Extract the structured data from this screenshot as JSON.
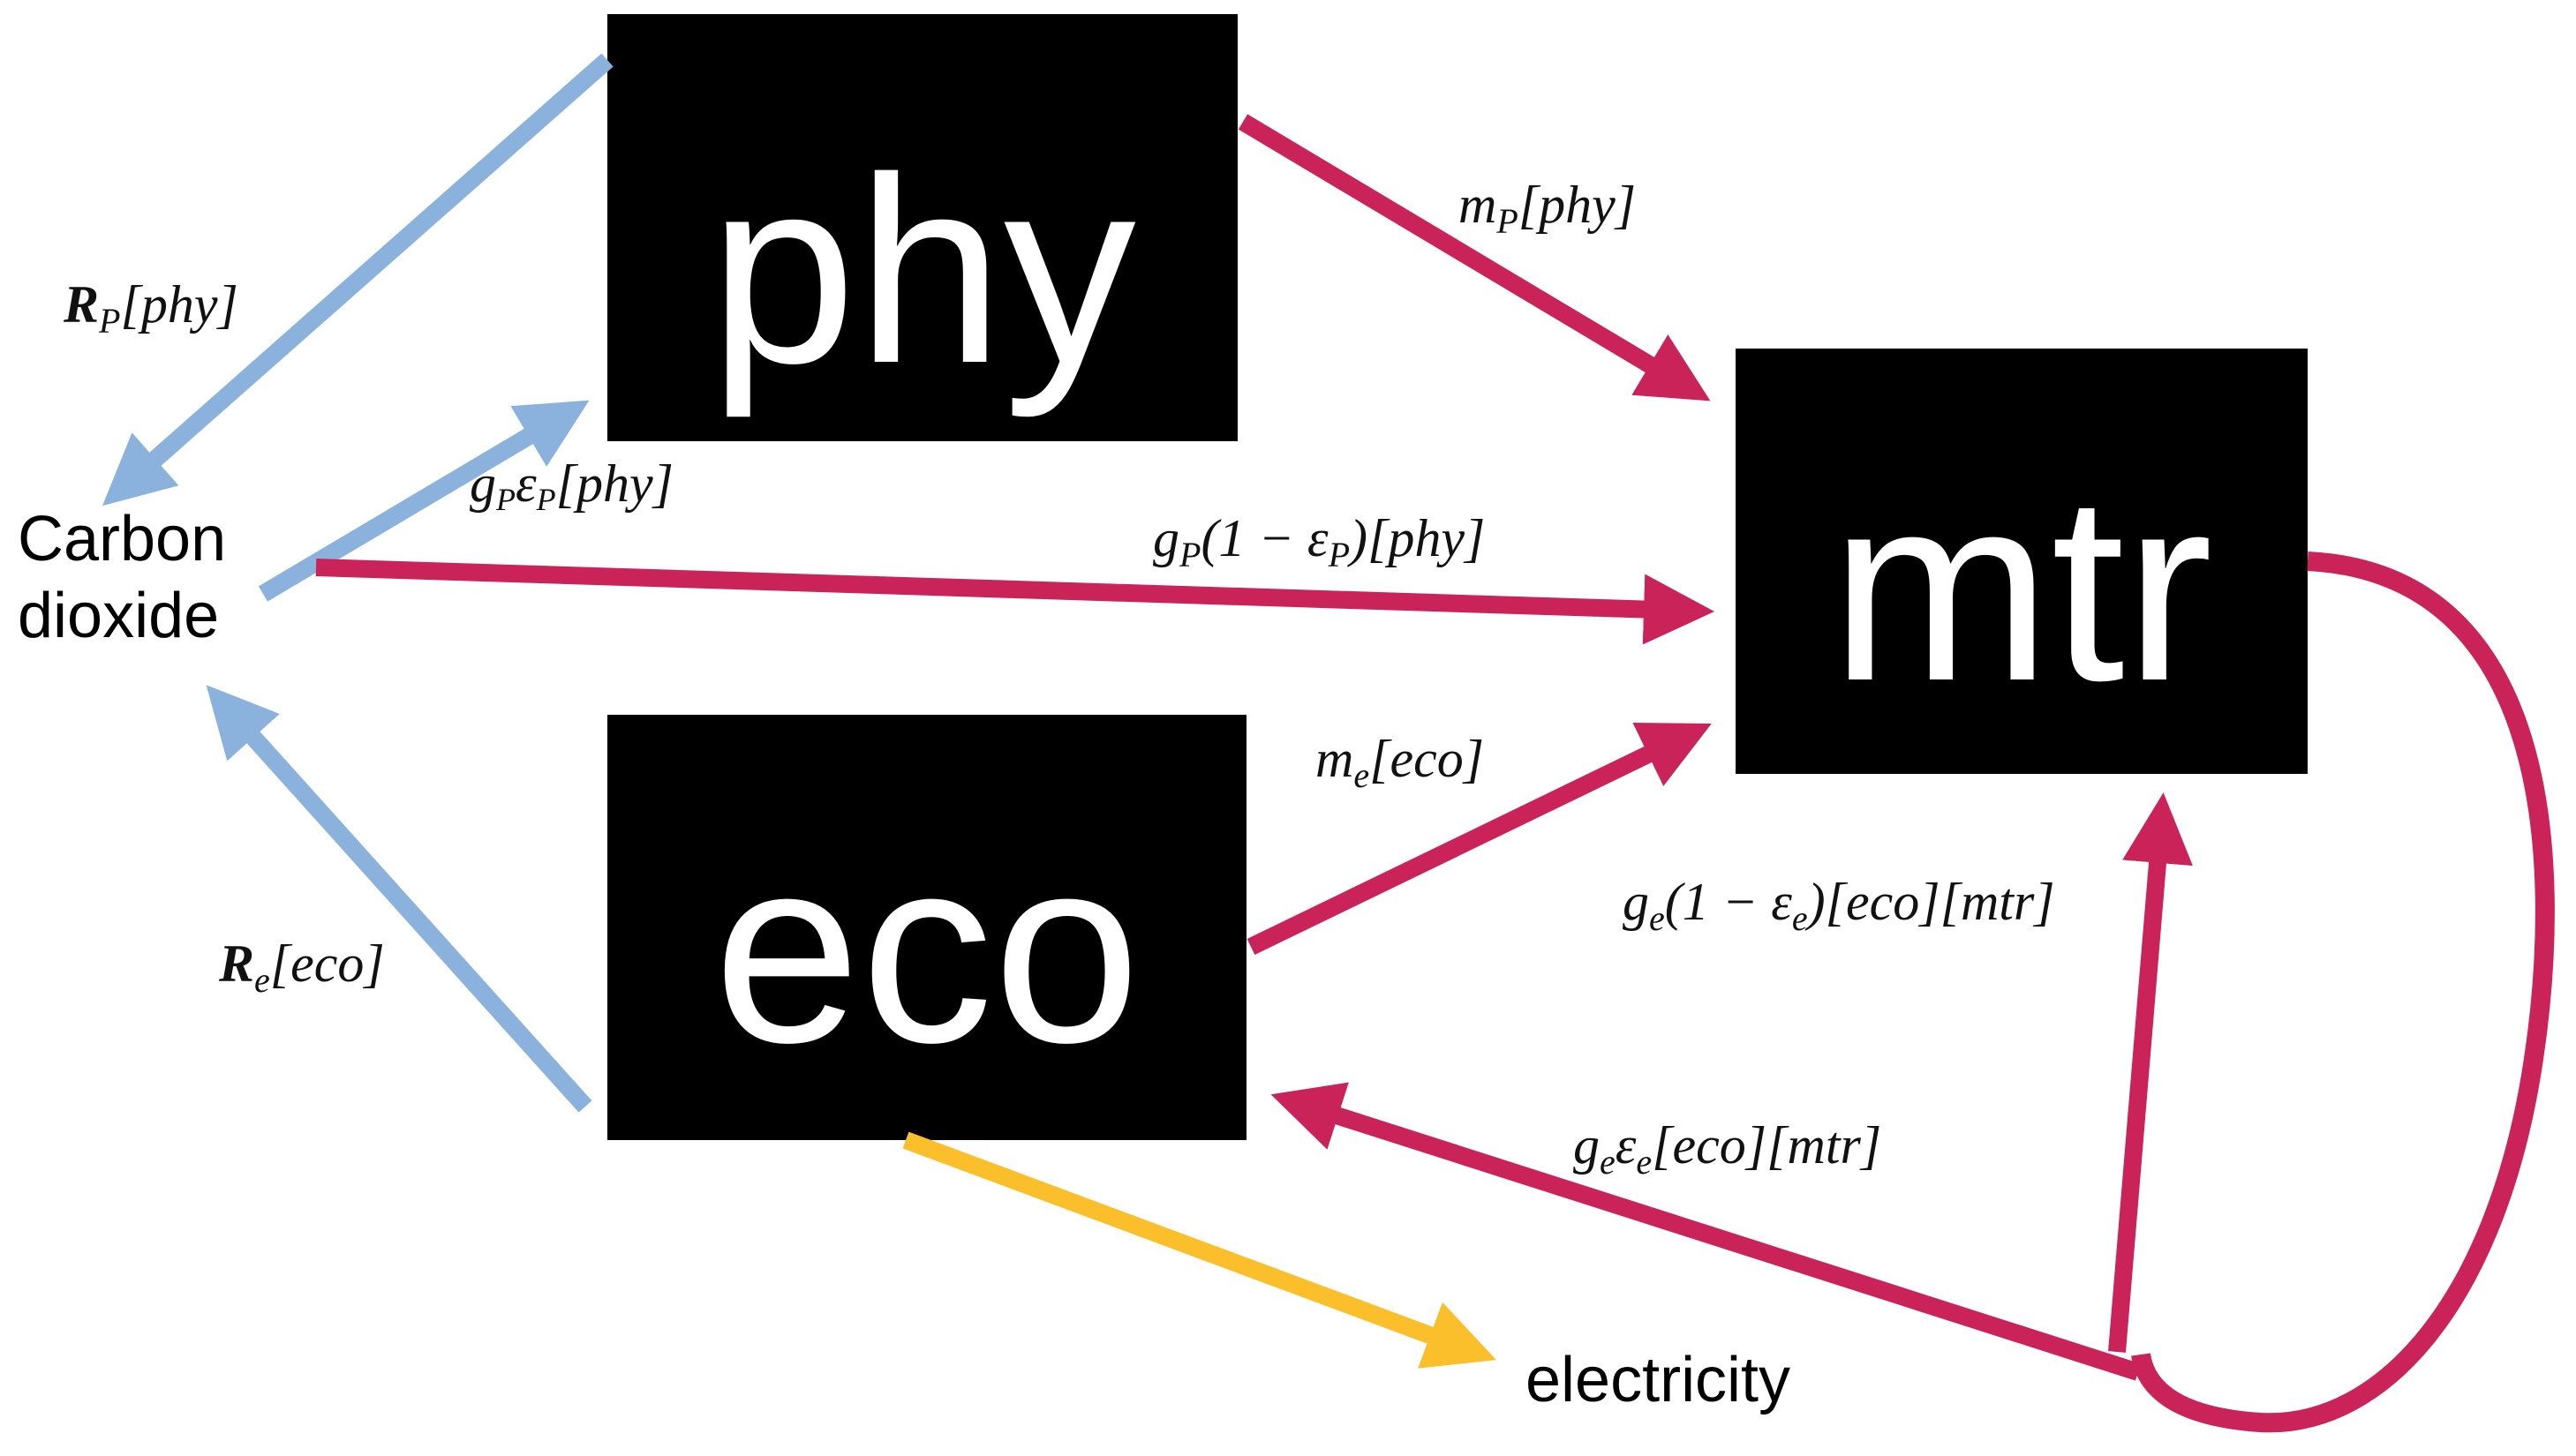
{
  "colors": {
    "box": "#000000",
    "box_text": "#ffffff",
    "co2_flow": "#8ab2dc",
    "mass_flow": "#c9235a",
    "electricity_flow": "#fbbf2c",
    "label_text": "#111111"
  },
  "nodes": {
    "phy": "phy",
    "mtr": "mtr",
    "eco": "eco",
    "co2_line1": "Carbon",
    "co2_line2": "dioxide",
    "electricity": "electricity"
  },
  "edge_labels": {
    "Rp": {
      "main": "R",
      "sub": "P",
      "rest": "[phy]"
    },
    "gpep": {
      "g": "g",
      "gsub": "P",
      "eps": "ε",
      "epssub": "P",
      "rest": "[phy]"
    },
    "mp": {
      "main": "m",
      "sub": "P",
      "rest": "[phy]"
    },
    "gp_1m": {
      "g": "g",
      "gsub": "P",
      "mid": "(1 − ε",
      "epssub": "P",
      "rest": ")[phy]"
    },
    "me": {
      "main": "m",
      "sub": "e",
      "rest": "[eco]"
    },
    "Re": {
      "main": "R",
      "sub": "e",
      "rest": "[eco]"
    },
    "ge_1m": {
      "g": "g",
      "gsub": "e",
      "mid": "(1 − ε",
      "epssub": "e",
      "rest": ")[eco][mtr]"
    },
    "geee": {
      "g": "g",
      "gsub": "e",
      "eps": "ε",
      "epssub": "e",
      "rest": "[eco][mtr]"
    }
  }
}
